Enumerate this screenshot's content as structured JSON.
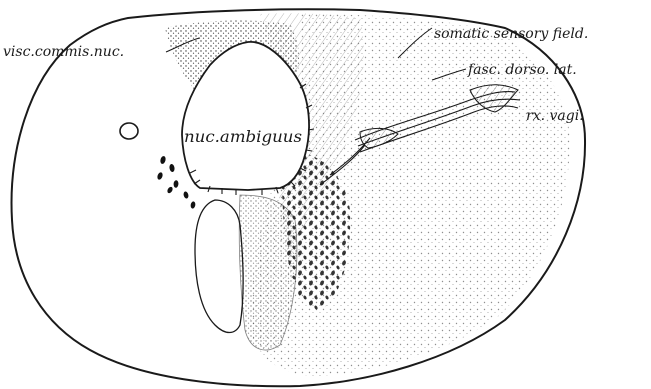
{
  "labels": {
    "visc_commis_nuc": "visc.commis.nuc.",
    "somatic_sensory_field": "somatic sensory field.",
    "fasc_dorso_lat": "fasc. dorso. lat.",
    "rx_vagi": "rx. vagi.",
    "nuc_ambiguus": "nuc.ambiguus"
  },
  "colors": {
    "ink": "#1a1a1a",
    "paper": "#ffffff"
  }
}
